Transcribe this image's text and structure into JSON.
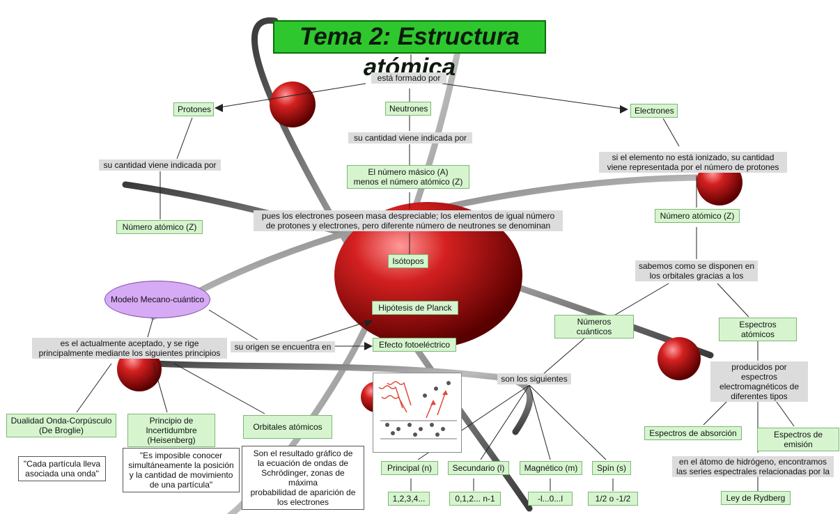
{
  "title": "Tema 2: Estructura atómica",
  "colors": {
    "node_fill": "#d6f5cf",
    "node_border": "#7fb574",
    "label_fill": "#dcdcdc",
    "title_fill": "#2ec72e",
    "ellipse_fill": "#d7aaf5",
    "sphere": "#c41a1a",
    "orbit": "#8a8a8a"
  },
  "labels": {
    "esta_formado": "está formado por",
    "cantidad_indicada_center": "su cantidad viene indicada por",
    "cantidad_indicada_left": "su cantidad viene indicada por",
    "si_elemento": "si el elemento no está ionizado, su cantidad\nviene representada por el número de protones",
    "pues_electrones": "pues los electrones poseen masa despreciable; los elementos de igual número\nde protones y electrones, pero diferente número de neutrones se denominan",
    "sabemos": "sabemos como se disponen en\nlos orbitales gracias a los",
    "actualmente": "es el actualmente aceptado, y se rige\nprincipalmente mediante los siguientes principios",
    "origen": "su origen se encuentra en",
    "son_siguientes": "son los siguientes",
    "producidos": "producidos por espectros\nelectromagnéticos de\ndiferentes tipos",
    "hidrogeno": "en el átomo de hidrógeno, encontramos\nlas series espectrales relacionadas por la"
  },
  "nodes": {
    "protones": "Protones",
    "neutrones": "Neutrones",
    "electrones": "Electrones",
    "numero_masico": "El número másico (A)\nmenos el número atómico (Z)",
    "numero_atomico_left": "Número atómico (Z)",
    "numero_atomico_right": "Número atómico (Z)",
    "isotopos": "Isótopos",
    "hipotesis": "Hipótesis de Planck",
    "efecto": "Efecto fotoeléctrico",
    "numeros_cuanticos": "Números cuánticos",
    "espectros_atomicos": "Espectros atómicos",
    "dualidad": "Dualidad Onda-Corpúsculo\n(De Broglie)",
    "incertidumbre": "Principio de Incertidumbre\n(Heisenberg)",
    "orbitales": "Orbitales atómicos",
    "principal": "Principal (n)",
    "secundario": "Secundario (l)",
    "magnetico": "Magnético (m)",
    "spin": "Spín (s)",
    "v_principal": "1,2,3,4...",
    "v_secundario": "0,1,2... n-1",
    "v_magnetico": "-l...0...l",
    "v_spin": "1/2 o -1/2",
    "absorcion": "Espectros de absorción",
    "emision": "Espectros de emisión",
    "rydberg": "Ley de Rydberg"
  },
  "modelo": "Modelo Mecano-cuántico",
  "quotes": {
    "cada_particula": "\"Cada partícula lleva\nasociada una onda\"",
    "imposible": "\"Es imposible conocer\nsimultáneamente la posición\ny la cantidad de movimiento\nde una partícula\"",
    "son_resultado": "Son el resultado gráfico de\nla ecuación de ondas de\nSchrödinger, zonas de máxima\nprobabilidad de aparición de\nlos electrones"
  }
}
